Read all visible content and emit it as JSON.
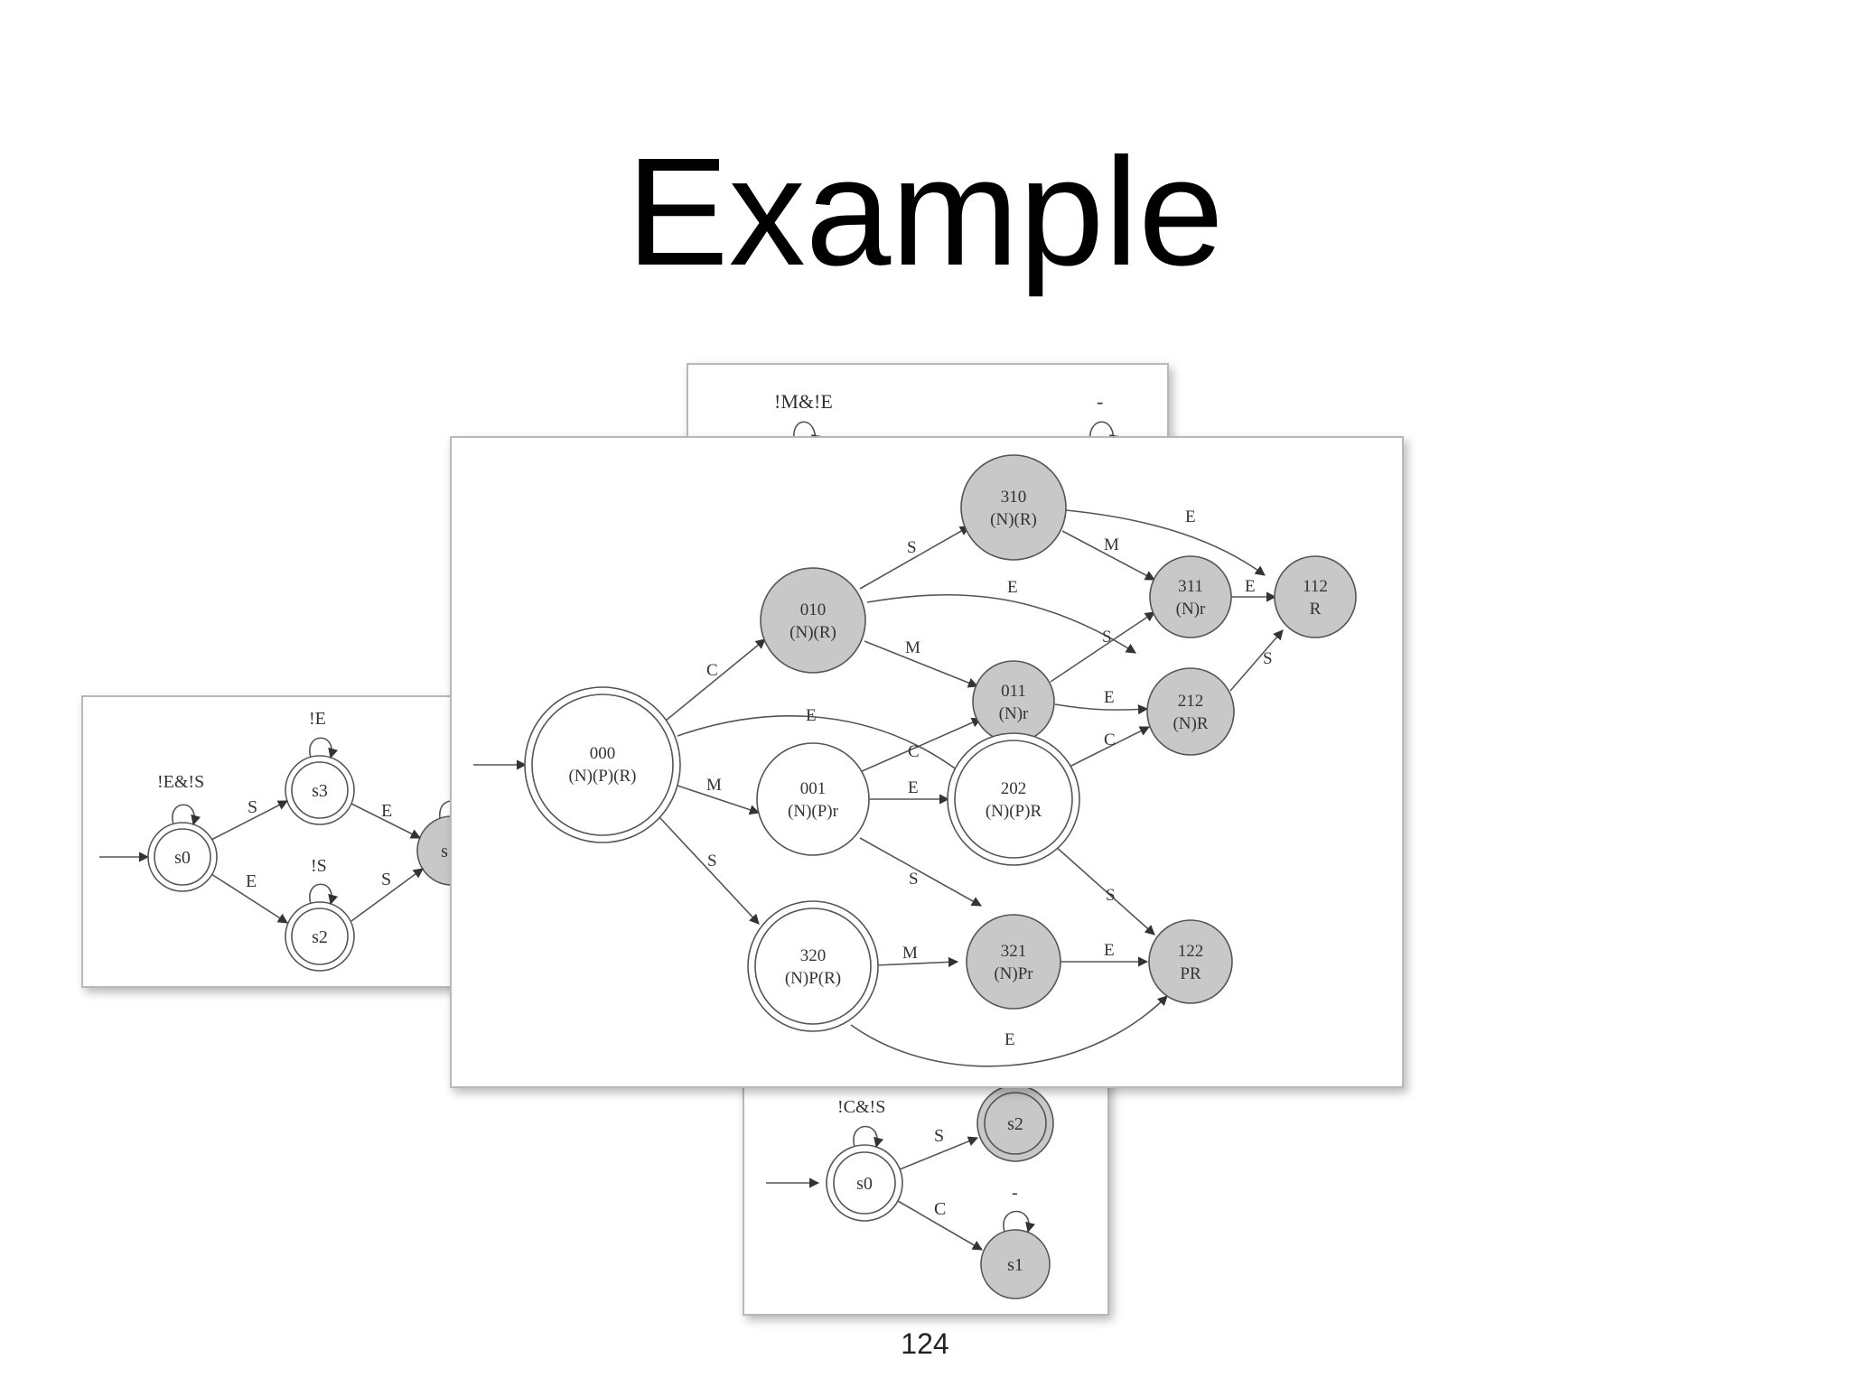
{
  "slide": {
    "title": "Example",
    "page_number": "124"
  },
  "panel_top": {
    "loop_label_left": "!M&!E",
    "loop_label_right": "-"
  },
  "panel_left": {
    "nodes": {
      "s0": "s0",
      "s3": "s3",
      "s2": "s2",
      "s4": "s"
    },
    "labels": {
      "s0_loop": "!E&!S",
      "s3_loop": "!E",
      "s2_loop": "!S",
      "s0_s3": "S",
      "s0_s2": "E",
      "s3_s4": "E",
      "s2_s4": "S",
      "s4_loop": "-"
    }
  },
  "panel_bottom": {
    "nodes": {
      "s0": "s0",
      "s2": "s2",
      "s1": "s1"
    },
    "labels": {
      "s0_loop": "!C&!S",
      "s0_s2": "S",
      "s0_s1": "C",
      "s1_loop": "-"
    }
  },
  "panel_main": {
    "nodes": {
      "n000": {
        "id": "000",
        "label": "(N)(P)(R)"
      },
      "n010": {
        "id": "010",
        "label": "(N)(R)"
      },
      "n310": {
        "id": "310",
        "label": "(N)(R)"
      },
      "n311": {
        "id": "311",
        "label": "(N)r"
      },
      "n112": {
        "id": "112",
        "label": "R"
      },
      "n011": {
        "id": "011",
        "label": "(N)r"
      },
      "n212": {
        "id": "212",
        "label": "(N)R"
      },
      "n001": {
        "id": "001",
        "label": "(N)(P)r"
      },
      "n202": {
        "id": "202",
        "label": "(N)(P)R"
      },
      "n320": {
        "id": "320",
        "label": "(N)P(R)"
      },
      "n321": {
        "id": "321",
        "label": "(N)Pr"
      },
      "n122": {
        "id": "122",
        "label": "PR"
      }
    },
    "edge_labels": {
      "e000_010": "C",
      "e000_202": "E",
      "e000_001": "M",
      "e000_320": "S",
      "e010_310": "S",
      "e010_212": "E",
      "e010_011": "M",
      "e310_112": "E",
      "e310_311": "M",
      "e311_112": "E",
      "e011_311": "S",
      "e011_212": "E",
      "e212_112": "S",
      "e001_011": "C",
      "e001_202": "E",
      "e001_321": "S",
      "e202_212": "C",
      "e202_122": "S",
      "e320_321": "M",
      "e320_122": "E",
      "e321_122": "E"
    }
  },
  "colors": {
    "filled_node": "#c8c8c8",
    "stroke": "#555555",
    "background": "#ffffff"
  }
}
